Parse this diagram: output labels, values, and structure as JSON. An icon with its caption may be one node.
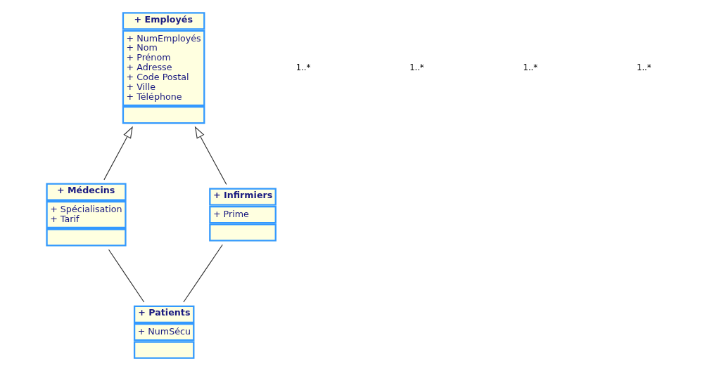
{
  "diagram": {
    "nodes": [
      {
        "text": [
          "+ Employés",
          "+ NumEmployés",
          "+ Nom",
          "+ Prénom",
          "+ Adresse",
          "+ Code Postal",
          "+ Ville",
          "+ Téléphone"
        ]
      },
      {
        "text": [
          "+ Médecins",
          "+ Spécialisation",
          "+ Tarif"
        ]
      },
      {
        "text": [
          "+ Infirmiers",
          "+ Prime"
        ]
      },
      {
        "text": [
          "+ Patients",
          "+ NumSécu"
        ]
      }
    ],
    "edges": [
      {
        "from": 1,
        "to": 0,
        "arrow": "to"
      },
      {
        "from": 2,
        "to": 0,
        "arrow": "to"
      },
      {
        "from": 1,
        "to": 3,
        "arrow": "none"
      },
      {
        "from": 2,
        "to": 3,
        "arrow": "none"
      }
    ],
    "labels": [
      "1..*",
      "1..*",
      "1..*",
      "1..*"
    ]
  }
}
